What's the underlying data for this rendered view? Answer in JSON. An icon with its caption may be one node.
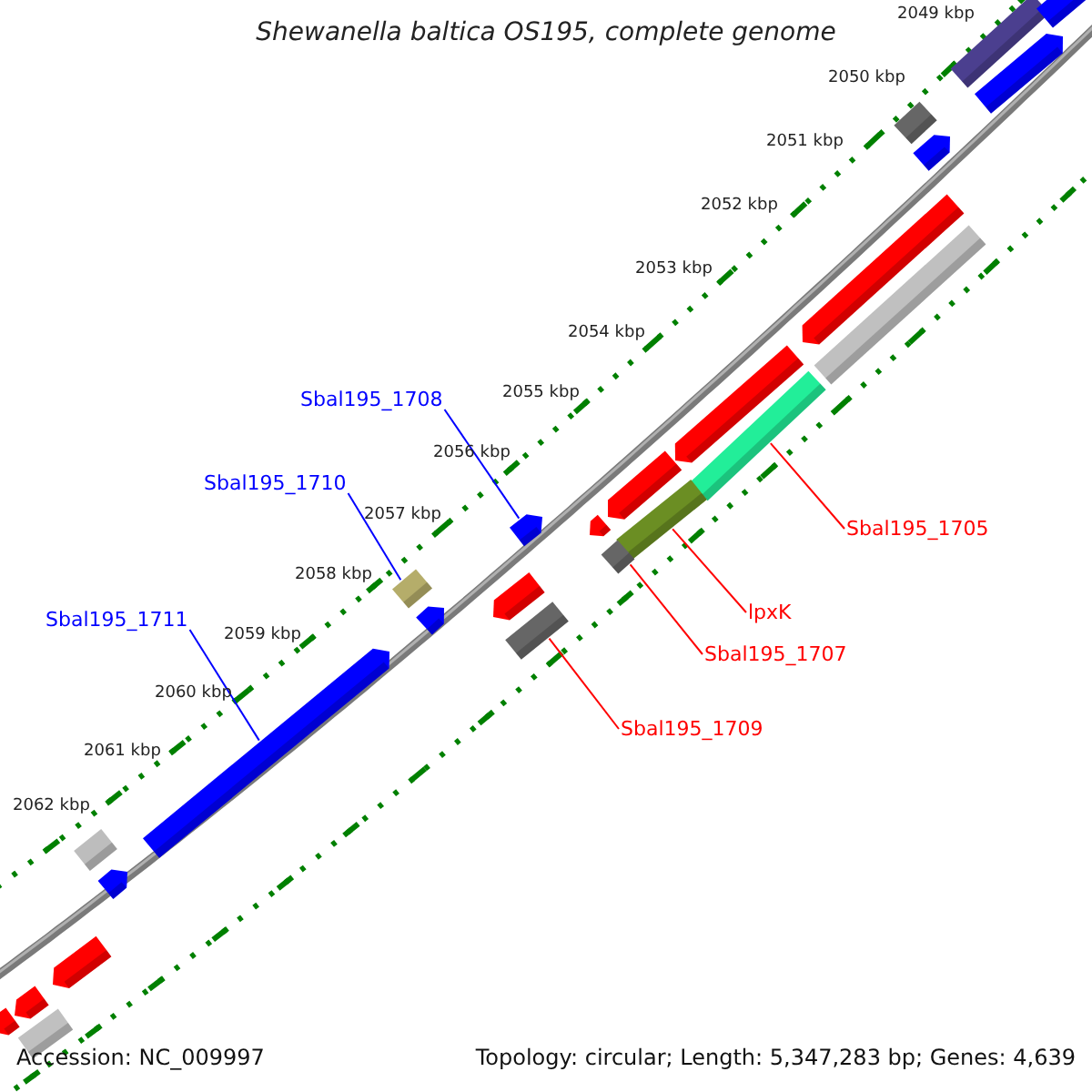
{
  "diagram": {
    "title": "Shewanella baltica OS195, complete genome",
    "nodes": [
      {
        "text": [
          "Sbal195_1708"
        ]
      },
      {
        "text": [
          "Sbal195_1710"
        ]
      },
      {
        "text": [
          "Sbal195_1705"
        ]
      },
      {
        "text": [
          "lpxK"
        ]
      },
      {
        "text": [
          "Sbal195_1711"
        ]
      },
      {
        "text": [
          "Sbal195_1707"
        ]
      },
      {
        "text": [
          "Sbal195_1709"
        ]
      },
      {
        "text": [],
        "shape": "bar"
      },
      {
        "text": [],
        "shape": "bar"
      },
      {
        "text": [],
        "shape": "bar"
      },
      {
        "text": [],
        "shape": "bar"
      },
      {
        "text": [],
        "shape": "bar"
      },
      {
        "text": [],
        "shape": "bar"
      },
      {
        "text": [],
        "shape": "bar"
      },
      {
        "text": [],
        "shape": "bar"
      },
      {
        "text": [],
        "shape": "bar"
      },
      {
        "text": [],
        "shape": "bar"
      },
      {
        "text": [],
        "shape": "bar"
      },
      {
        "text": [],
        "shape": "bar"
      },
      {
        "text": [],
        "shape": "bar"
      },
      {
        "text": [],
        "shape": "bar"
      },
      {
        "text": [],
        "shape": "bar"
      },
      {
        "text": [],
        "shape": "bar"
      },
      {
        "text": [],
        "shape": "bar"
      },
      {
        "text": [],
        "shape": "bar"
      },
      {
        "text": [],
        "shape": "bar"
      },
      {
        "text": [],
        "shape": "bar"
      },
      {
        "text": [],
        "shape": "bar"
      },
      {
        "text": [],
        "shape": "bar"
      },
      {
        "text": [],
        "shape": "bar"
      },
      {
        "text": [],
        "shape": "bar"
      },
      {
        "text": [],
        "shape": "bar"
      }
    ],
    "edges": [
      {
        "from": 0,
        "to": 7,
        "arrow": "none",
        "color": "#0000ff"
      },
      {
        "from": 1,
        "to": 8,
        "arrow": "none",
        "color": "#0000ff"
      },
      {
        "from": 2,
        "to": 9,
        "arrow": "none"
      },
      {
        "from": 3,
        "to": 10,
        "arrow": "none"
      },
      {
        "from": 4,
        "to": 11,
        "arrow": "none",
        "color": "#0000ff"
      },
      {
        "from": 5,
        "to": 12,
        "arrow": "none"
      },
      {
        "from": 6,
        "to": 13,
        "arrow": "none"
      }
    ],
    "labels": [
      "2049 kbp",
      "2050 kbp",
      "2051 kbp",
      "2052 kbp",
      "2053 kbp",
      "2054 kbp",
      "2055 kbp",
      "2056 kbp",
      "2057 kbp",
      "2058 kbp",
      "2059 kbp",
      "2060 kbp",
      "2061 kbp",
      "2062 kbp",
      "Accession: NC_009997",
      "Topology: circular; Length: 5,347,283 bp; Genes: 4,639"
    ]
  }
}
